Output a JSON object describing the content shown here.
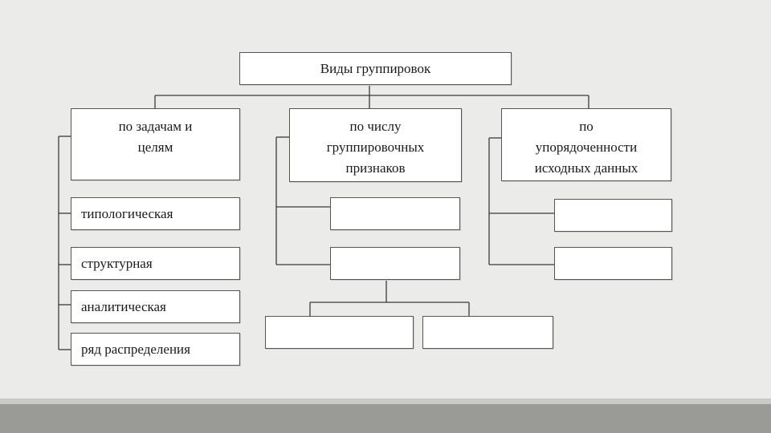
{
  "diagram": {
    "root": {
      "label": "Виды группировок"
    },
    "categories": [
      {
        "key": "tasks",
        "label": "по задачам и\nцелям",
        "children": [
          {
            "label": "типологическая"
          },
          {
            "label": "структурная"
          },
          {
            "label": "аналитическая"
          },
          {
            "label": "ряд распределения"
          }
        ]
      },
      {
        "key": "features",
        "label": "по числу\nгруппировочных\nпризнаков",
        "children": [
          {
            "label": ""
          },
          {
            "label": "",
            "children": [
              {
                "label": ""
              },
              {
                "label": ""
              }
            ]
          }
        ]
      },
      {
        "key": "ordering",
        "label": "по\nупорядоченности\nисходных данных",
        "children": [
          {
            "label": ""
          },
          {
            "label": ""
          }
        ]
      }
    ]
  }
}
